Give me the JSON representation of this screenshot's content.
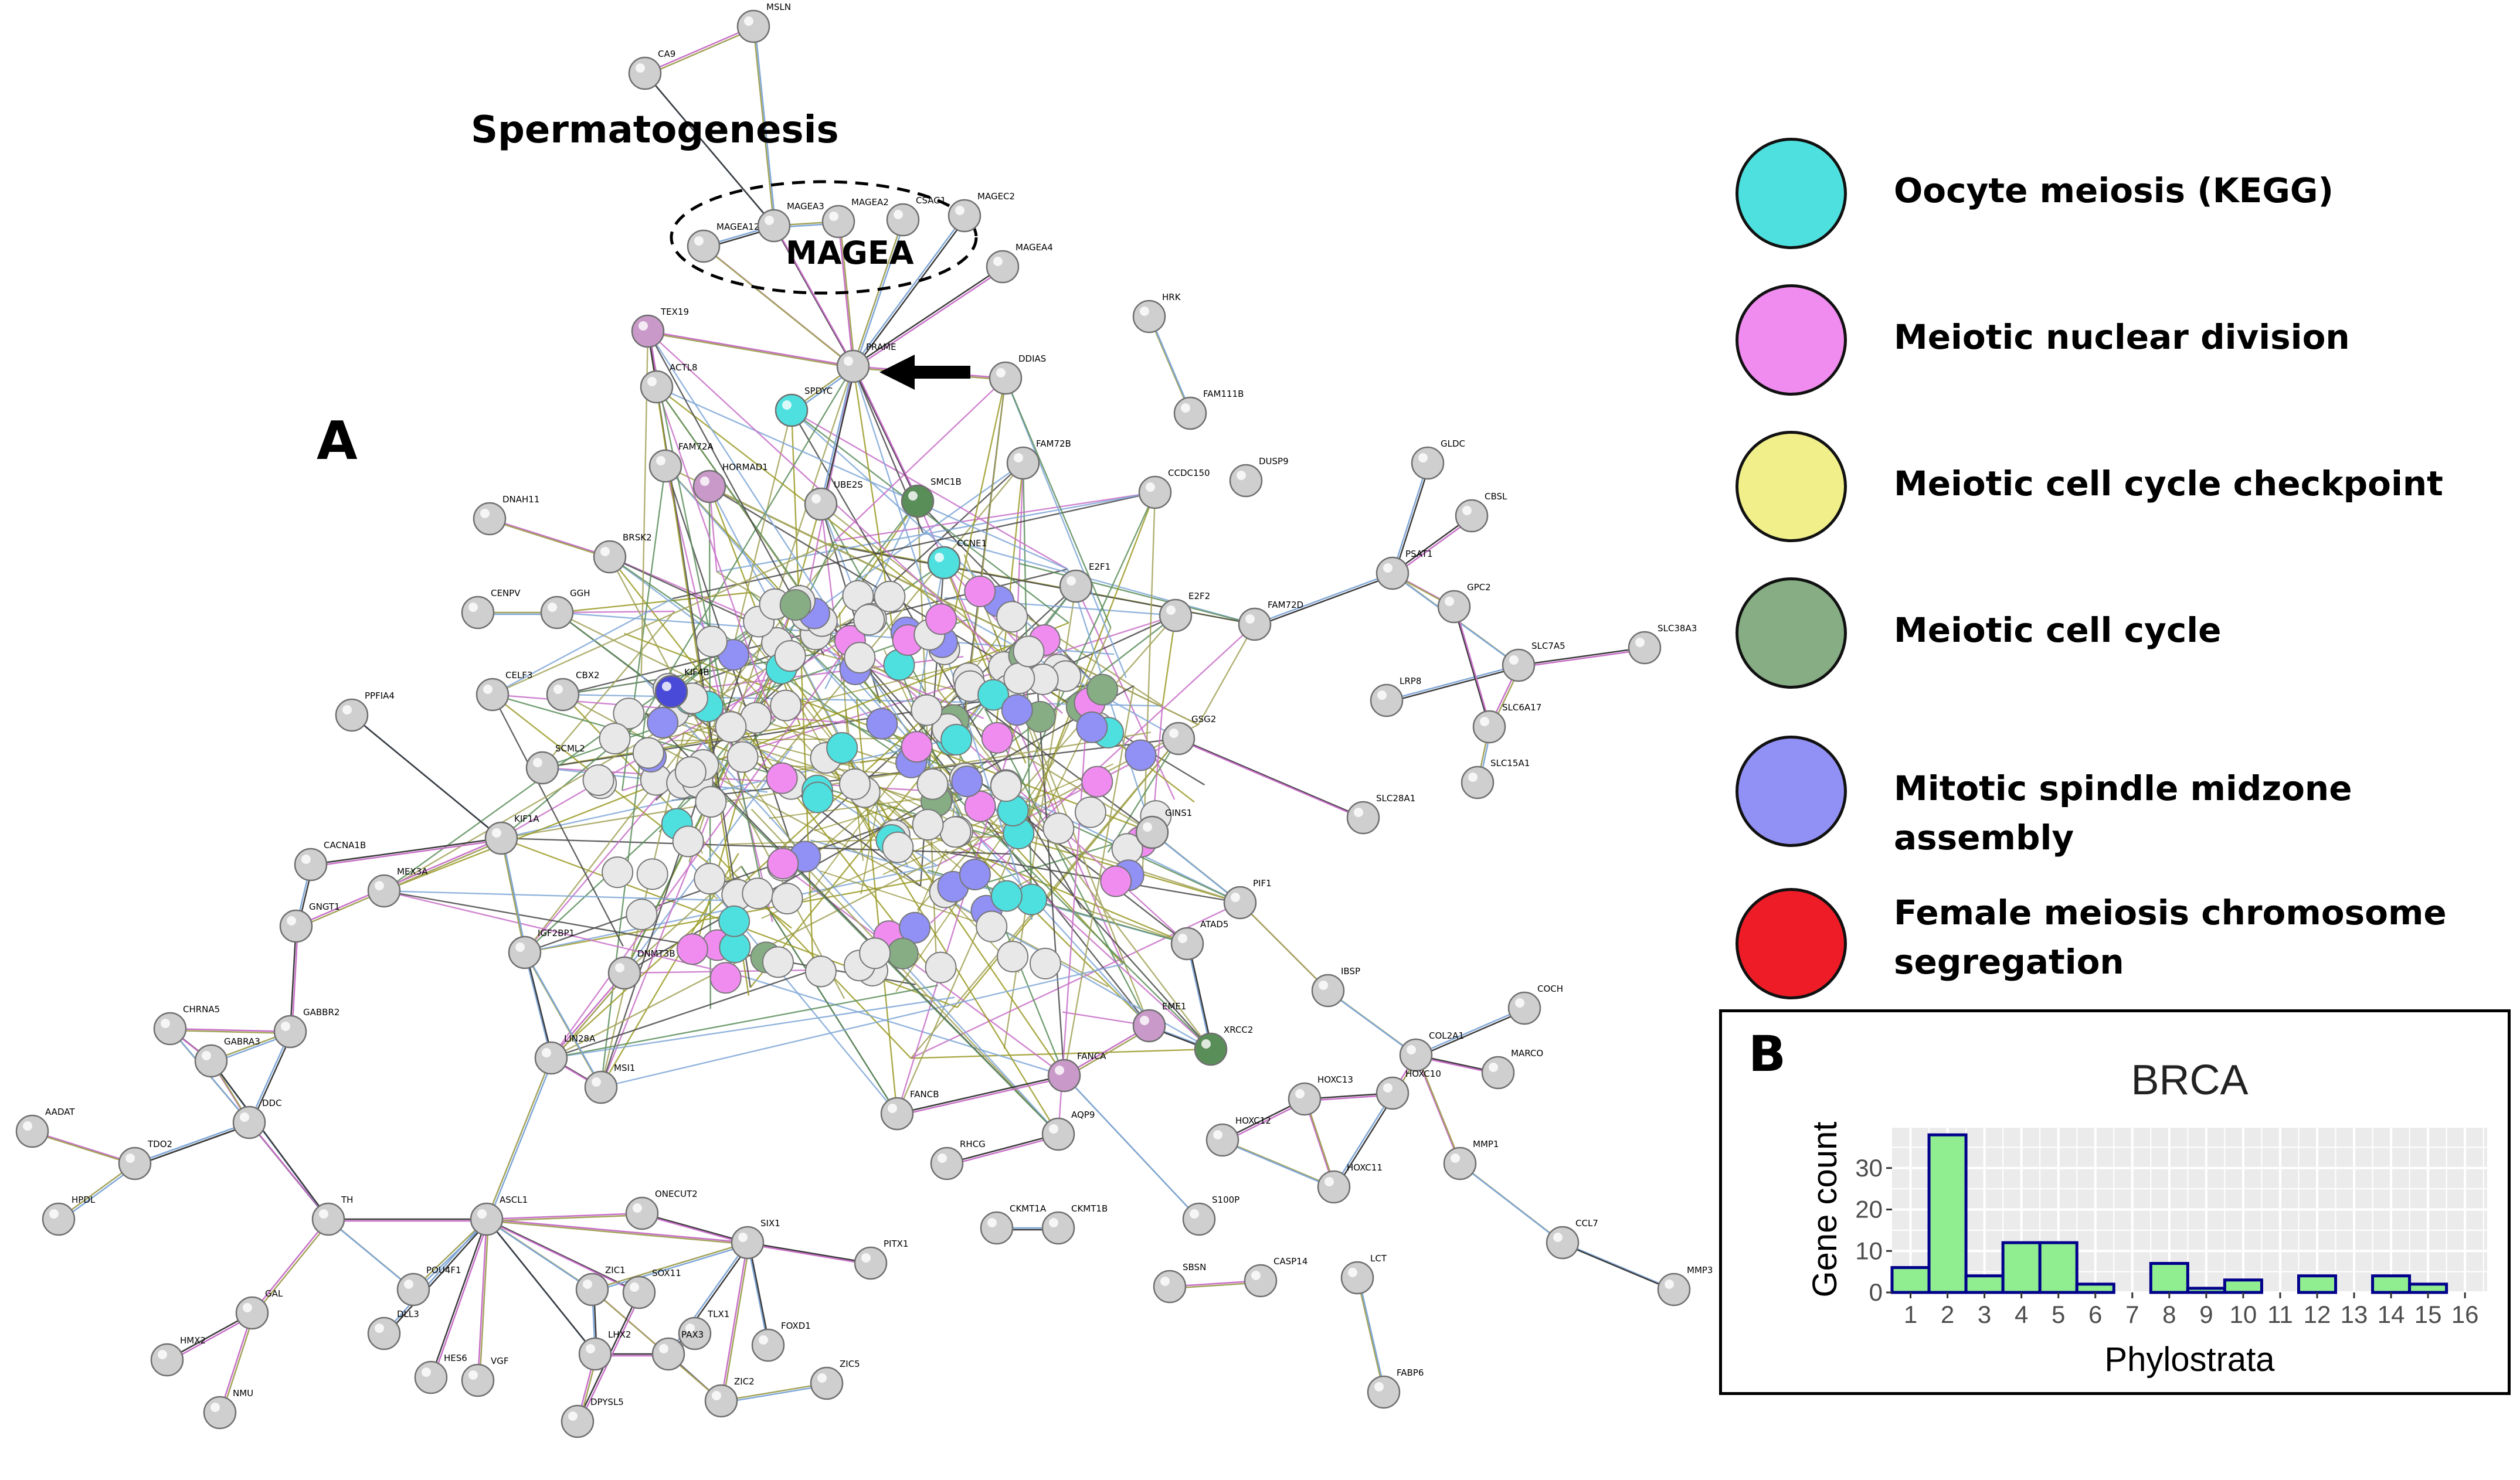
{
  "figure": {
    "panel_a_label": "A",
    "panel_b_label": "B",
    "spermatogenesis_label": "Spermatogenesis",
    "magea_label": "MAGEA"
  },
  "legend": [
    {
      "label": "Oocyte meiosis (KEGG)",
      "color": "#4ee0df"
    },
    {
      "label": "Meiotic nuclear division",
      "color": "#f08cf0"
    },
    {
      "label": "Meiotic cell cycle checkpoint",
      "color": "#f0ef8a"
    },
    {
      "label": "Meiotic cell cycle",
      "color": "#86ad84"
    },
    {
      "label": "Mitotic spindle midzone assembly",
      "color": "#9090f5"
    },
    {
      "label": "Female meiosis chromosome segregation",
      "color": "#ee1c27"
    }
  ],
  "network": {
    "nodes": [
      {
        "id": "MSLN",
        "color": "gray"
      },
      {
        "id": "CA9",
        "color": "gray"
      },
      {
        "id": "MAGEA12",
        "color": "gray"
      },
      {
        "id": "MAGEA3",
        "color": "gray"
      },
      {
        "id": "MAGEA2",
        "color": "gray"
      },
      {
        "id": "CSAG1",
        "color": "gray"
      },
      {
        "id": "MAGEC2",
        "color": "gray"
      },
      {
        "id": "MAGEA4",
        "color": "gray"
      },
      {
        "id": "TEX19",
        "color": "mixed"
      },
      {
        "id": "PRAME",
        "color": "gray"
      },
      {
        "id": "ACTL8",
        "color": "gray"
      },
      {
        "id": "SPDYC",
        "color": "cyan"
      },
      {
        "id": "DDIAS",
        "color": "gray"
      },
      {
        "id": "HRK",
        "color": "gray"
      },
      {
        "id": "FAM111B",
        "color": "gray"
      },
      {
        "id": "FAM72A",
        "color": "gray"
      },
      {
        "id": "HORMAD1",
        "color": "mixed"
      },
      {
        "id": "UBE2S",
        "color": "gray"
      },
      {
        "id": "SMC1B",
        "color": "green"
      },
      {
        "id": "FAM72B",
        "color": "gray"
      },
      {
        "id": "CCDC150",
        "color": "gray"
      },
      {
        "id": "DUSP9",
        "color": "gray"
      },
      {
        "id": "GLDC",
        "color": "gray"
      },
      {
        "id": "CBSL",
        "color": "gray"
      },
      {
        "id": "PSAT1",
        "color": "gray"
      },
      {
        "id": "DNAH11",
        "color": "gray"
      },
      {
        "id": "BRSK2",
        "color": "gray"
      },
      {
        "id": "CENPV",
        "color": "gray"
      },
      {
        "id": "GGH",
        "color": "gray"
      },
      {
        "id": "CCNE1",
        "color": "cyan"
      },
      {
        "id": "E2F1",
        "color": "gray"
      },
      {
        "id": "FAM72D",
        "color": "gray"
      },
      {
        "id": "E2F2",
        "color": "gray"
      },
      {
        "id": "GPC2",
        "color": "gray"
      },
      {
        "id": "SLC7A5",
        "color": "gray"
      },
      {
        "id": "SLC38A3",
        "color": "gray"
      },
      {
        "id": "KIF4B",
        "color": "blue"
      },
      {
        "id": "CELF3",
        "color": "gray"
      },
      {
        "id": "CBX2",
        "color": "gray"
      },
      {
        "id": "PPFIA4",
        "color": "gray"
      },
      {
        "id": "LRP8",
        "color": "gray"
      },
      {
        "id": "SLC6A17",
        "color": "gray"
      },
      {
        "id": "GSG2",
        "color": "gray"
      },
      {
        "id": "SLC15A1",
        "color": "gray"
      },
      {
        "id": "SCML2",
        "color": "gray"
      },
      {
        "id": "SLC28A1",
        "color": "gray"
      },
      {
        "id": "KIF1A",
        "color": "gray"
      },
      {
        "id": "CACNA1B",
        "color": "gray"
      },
      {
        "id": "MEX3A",
        "color": "gray"
      },
      {
        "id": "GINS1",
        "color": "gray"
      },
      {
        "id": "PIF1",
        "color": "gray"
      },
      {
        "id": "GNGT1",
        "color": "gray"
      },
      {
        "id": "IGF2BP1",
        "color": "gray"
      },
      {
        "id": "DNMT3B",
        "color": "gray"
      },
      {
        "id": "ATAD5",
        "color": "gray"
      },
      {
        "id": "IBSP",
        "color": "gray"
      },
      {
        "id": "COCH",
        "color": "gray"
      },
      {
        "id": "CHRNA5",
        "color": "gray"
      },
      {
        "id": "GABBR2",
        "color": "gray"
      },
      {
        "id": "GABRA3",
        "color": "gray"
      },
      {
        "id": "LIN28A",
        "color": "gray"
      },
      {
        "id": "EME1",
        "color": "mixed"
      },
      {
        "id": "XRCC2",
        "color": "green"
      },
      {
        "id": "COL2A1",
        "color": "gray"
      },
      {
        "id": "MARCO",
        "color": "gray"
      },
      {
        "id": "FANCA",
        "color": "mixed"
      },
      {
        "id": "HOXC13",
        "color": "gray"
      },
      {
        "id": "HOXC10",
        "color": "gray"
      },
      {
        "id": "AADAT",
        "color": "gray"
      },
      {
        "id": "DDC",
        "color": "gray"
      },
      {
        "id": "TDO2",
        "color": "gray"
      },
      {
        "id": "MSI1",
        "color": "gray"
      },
      {
        "id": "FANCB",
        "color": "gray"
      },
      {
        "id": "HOXC12",
        "color": "gray"
      },
      {
        "id": "AQP9",
        "color": "gray"
      },
      {
        "id": "RHCG",
        "color": "gray"
      },
      {
        "id": "HOXC11",
        "color": "gray"
      },
      {
        "id": "MMP1",
        "color": "gray"
      },
      {
        "id": "HPDL",
        "color": "gray"
      },
      {
        "id": "TH",
        "color": "gray"
      },
      {
        "id": "ASCL1",
        "color": "gray"
      },
      {
        "id": "ONECUT2",
        "color": "gray"
      },
      {
        "id": "CKMT1A",
        "color": "gray"
      },
      {
        "id": "CKMT1B",
        "color": "gray"
      },
      {
        "id": "S100P",
        "color": "gray"
      },
      {
        "id": "CCL7",
        "color": "gray"
      },
      {
        "id": "SIX1",
        "color": "gray"
      },
      {
        "id": "PITX1",
        "color": "gray"
      },
      {
        "id": "POU4F1",
        "color": "gray"
      },
      {
        "id": "ZIC1",
        "color": "gray"
      },
      {
        "id": "SOX11",
        "color": "gray"
      },
      {
        "id": "CASP14",
        "color": "gray"
      },
      {
        "id": "LCT",
        "color": "gray"
      },
      {
        "id": "MMP3",
        "color": "gray"
      },
      {
        "id": "GAL",
        "color": "gray"
      },
      {
        "id": "DLL3",
        "color": "gray"
      },
      {
        "id": "TLX1",
        "color": "gray"
      },
      {
        "id": "FOXD1",
        "color": "gray"
      },
      {
        "id": "SBSN",
        "color": "gray"
      },
      {
        "id": "HMX2",
        "color": "gray"
      },
      {
        "id": "HES6",
        "color": "gray"
      },
      {
        "id": "VGF",
        "color": "gray"
      },
      {
        "id": "LHX2",
        "color": "gray"
      },
      {
        "id": "PAX3",
        "color": "gray"
      },
      {
        "id": "ZIC5",
        "color": "gray"
      },
      {
        "id": "ZIC2",
        "color": "gray"
      },
      {
        "id": "NMU",
        "color": "gray"
      },
      {
        "id": "DPYSL5",
        "color": "gray"
      },
      {
        "id": "FABP6",
        "color": "gray"
      }
    ]
  },
  "chart_data": {
    "type": "bar",
    "title": "BRCA",
    "xlabel": "Phylostrata",
    "ylabel": "Gene count",
    "categories": [
      "1",
      "2",
      "3",
      "4",
      "5",
      "6",
      "7",
      "8",
      "9",
      "10",
      "11",
      "12",
      "13",
      "14",
      "15",
      "16"
    ],
    "values": [
      6,
      38,
      4,
      12,
      12,
      2,
      0,
      7,
      1,
      3,
      0,
      4,
      0,
      4,
      2,
      0
    ],
    "yticks": [
      0,
      10,
      20,
      30
    ],
    "ylim": [
      0,
      40
    ],
    "grid": true,
    "bar_color": "#90ee90",
    "bar_edge_color": "#00008b",
    "panel_bg": "#ebebeb"
  }
}
